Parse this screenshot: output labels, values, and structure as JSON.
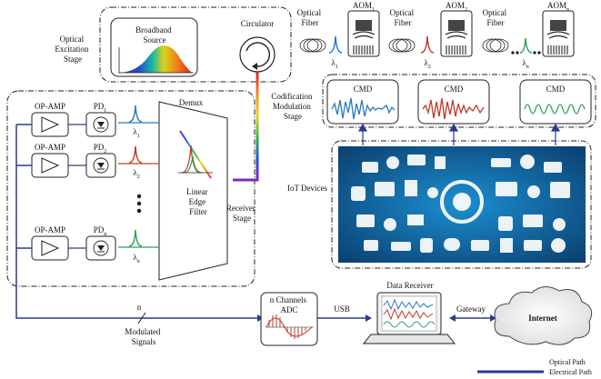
{
  "labels": {
    "optical_excitation_stage": [
      "Optical",
      "Excitation",
      "Stage"
    ],
    "broadband_source": [
      "Broadband",
      "Source"
    ],
    "circulator": "Circulator",
    "optical_fiber_1": [
      "Optical",
      "Fiber"
    ],
    "optical_fiber_2": [
      "Optical",
      "Fiber"
    ],
    "optical_fiber_3": [
      "Optical",
      "Fiber"
    ],
    "aom_1": "AOM",
    "aom_1_sub": "1",
    "aom_2": "AOM",
    "aom_2_sub": "2",
    "aom_n": "AOM",
    "aom_n_sub": "n",
    "lambda_top_1": "λ",
    "lambda_top_1_sub": "1",
    "lambda_top_2": "λ",
    "lambda_top_2_sub": "2",
    "lambda_top_n": "λ",
    "lambda_top_n_sub": "n",
    "codification_stage": [
      "Codification",
      "Modulation",
      "Stage"
    ],
    "cmd_1": "CMD",
    "cmd_2": "CMD",
    "cmd_3": "CMD",
    "demux": "Demux",
    "op_amp_1": "OP-AMP",
    "op_amp_2": "OP-AMP",
    "op_amp_n": "OP-AMP",
    "pd_1": "PD",
    "pd_1_sub": "1",
    "pd_2": "PD",
    "pd_2_sub": "2",
    "pd_n": "PD",
    "pd_n_sub": "n",
    "lambda_rx_1": "λ",
    "lambda_rx_1_sub": "1",
    "lambda_rx_2": "λ",
    "lambda_rx_2_sub": "2",
    "lambda_rx_n": "λ",
    "lambda_rx_n_sub": "n",
    "linear_edge_filter": [
      "Linear",
      "Edge",
      "Filter"
    ],
    "receiver_stage": [
      "Receiver",
      "Stage"
    ],
    "iot_devices": "IoT Devices",
    "n_label": "n",
    "modulated_signals": [
      "Modulated",
      "Signals"
    ],
    "adc": [
      "n Channels",
      "ADC"
    ],
    "usb": "USB",
    "data_receiver": "Data Receiver",
    "gateway": "Gateway",
    "internet": "Internet",
    "legend_optical": "Optical Path",
    "legend_electrical": "Electrical Path"
  },
  "colors": {
    "electrical_path": "#2e3a8c",
    "waveform_blue": "#2a7ac0",
    "waveform_red": "#c0392b",
    "waveform_green": "#2aa05a",
    "iot_background": "#0e5f9a"
  }
}
